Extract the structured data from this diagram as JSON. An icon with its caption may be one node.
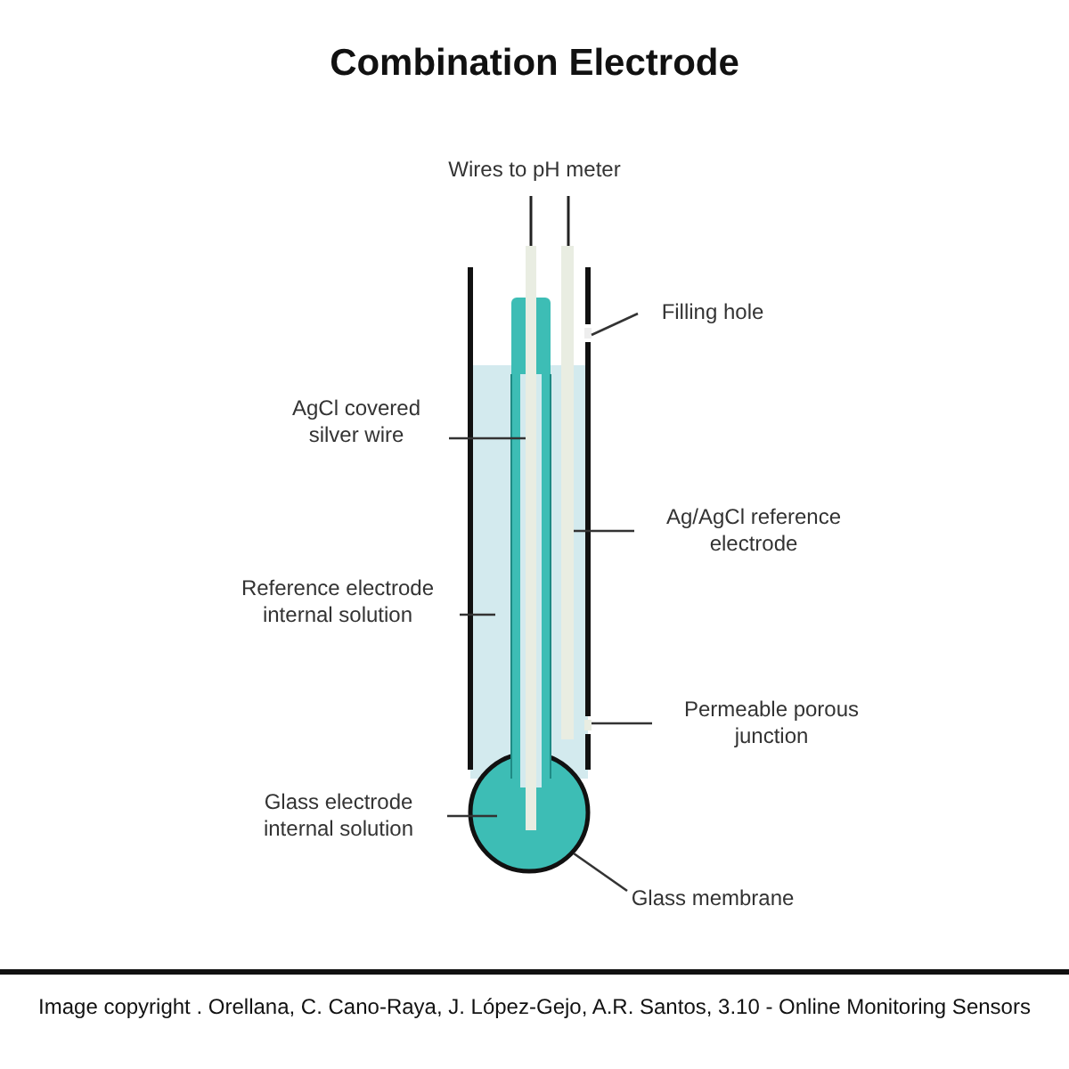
{
  "diagram": {
    "title": "Combination Electrode",
    "caption": "Image copyright . Orellana, C. Cano-Raya, J. López-Gejo, A.R. Santos, 3.10 - Online Monitoring Sensors",
    "nodes": [
      {
        "text": [
          "AgCl covered silver wire"
        ]
      },
      {
        "text": [
          "Filling hole"
        ]
      },
      {
        "text": [
          "Ag/AgCl reference electrode"
        ]
      },
      {
        "text": [
          "Reference electrode internal solution"
        ]
      },
      {
        "text": [
          "Permeable porous junction"
        ]
      },
      {
        "text": [
          "Glass electrode internal solution"
        ]
      },
      {
        "text": [
          "Glass membrane"
        ]
      },
      {
        "text": [],
        "shape": "bar"
      },
      {
        "text": [],
        "shape": "bar"
      },
      {
        "text": [],
        "shape": "box"
      },
      {
        "text": [],
        "shape": "box"
      },
      {
        "text": [],
        "shape": "box"
      },
      {
        "text": [],
        "shape": "circle"
      },
      {
        "text": [],
        "shape": "circle"
      }
    ],
    "edges": [
      {
        "from": 0,
        "to": 7,
        "arrow": "none"
      },
      {
        "from": 1,
        "to": 9,
        "arrow": "none"
      },
      {
        "from": 2,
        "to": 8,
        "arrow": "none"
      },
      {
        "from": 3,
        "to": 10,
        "arrow": "none"
      },
      {
        "from": 4,
        "to": 11,
        "arrow": "none"
      },
      {
        "from": 5,
        "to": 12,
        "arrow": "none"
      },
      {
        "from": 6,
        "to": 13,
        "arrow": "none"
      }
    ],
    "labels": [
      "Wires to pH meter"
    ]
  }
}
